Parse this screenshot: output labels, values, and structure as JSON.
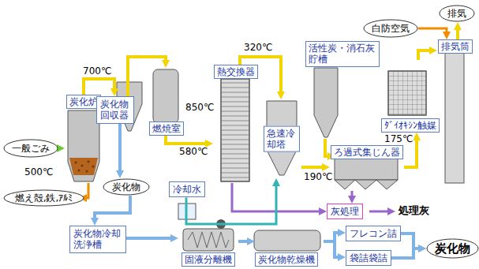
{
  "diagram": {
    "nodes": [
      {
        "text": [
          "一般ごみ"
        ]
      },
      {
        "text": [
          "炭化炉"
        ]
      },
      {
        "text": [
          "炭化物回収器"
        ]
      },
      {
        "text": [
          "燃焼室"
        ]
      },
      {
        "text": [
          "熱交換器"
        ]
      },
      {
        "text": [
          "活性炭・消石灰貯槽"
        ]
      },
      {
        "text": [
          "急速冷却塔"
        ]
      },
      {
        "text": [
          "白防空気"
        ]
      },
      {
        "text": [
          "排気"
        ]
      },
      {
        "text": [
          "排気筒"
        ]
      },
      {
        "text": [
          "ﾀﾞｲｵｷｼﾝ触媒"
        ]
      },
      {
        "text": [
          "ろ過式集じん器"
        ]
      },
      {
        "text": [
          "燃え殻,鉄,ｱﾙﾐ"
        ]
      },
      {
        "text": [
          "炭化物"
        ]
      },
      {
        "text": [
          "冷却水"
        ]
      },
      {
        "text": [
          "灰処理"
        ]
      },
      {
        "text": [
          "炭化物冷却洗浄槽"
        ]
      },
      {
        "text": [
          "固液分離機"
        ]
      },
      {
        "text": [
          "炭化物乾燥機"
        ]
      },
      {
        "text": [
          "フレコン詰"
        ]
      },
      {
        "text": [
          "袋詰袋詰"
        ]
      },
      {
        "text": [
          "炭化物"
        ]
      }
    ],
    "edges": [
      {
        "from": 0,
        "to": 1,
        "arrow": "to"
      },
      {
        "from": 1,
        "to": 12,
        "arrow": "to"
      },
      {
        "from": 1,
        "to": 2,
        "arrow": "to"
      },
      {
        "from": 2,
        "to": 3,
        "arrow": "to"
      },
      {
        "from": 3,
        "to": 4,
        "arrow": "to"
      },
      {
        "from": 4,
        "to": 6,
        "arrow": "to"
      },
      {
        "from": 6,
        "to": 11,
        "arrow": "to"
      },
      {
        "from": 5,
        "to": 11,
        "arrow": "to"
      },
      {
        "from": 11,
        "to": 10,
        "arrow": "to"
      },
      {
        "from": 10,
        "to": 9,
        "arrow": "to"
      },
      {
        "from": 7,
        "to": 9,
        "arrow": "to"
      },
      {
        "from": 9,
        "to": 8,
        "arrow": "to"
      },
      {
        "from": 2,
        "to": 13,
        "arrow": "to"
      },
      {
        "from": 13,
        "to": 16,
        "arrow": "to"
      },
      {
        "from": 16,
        "to": 17,
        "arrow": "to"
      },
      {
        "from": 17,
        "to": 18,
        "arrow": "to"
      },
      {
        "from": 18,
        "to": 19,
        "arrow": "to"
      },
      {
        "from": 18,
        "to": 20,
        "arrow": "to"
      },
      {
        "from": 19,
        "to": 21,
        "arrow": "to"
      },
      {
        "from": 20,
        "to": 21,
        "arrow": "to"
      },
      {
        "from": 4,
        "to": 15,
        "arrow": "to"
      },
      {
        "from": 11,
        "to": 15,
        "arrow": "to"
      },
      {
        "from": 14,
        "to": 6,
        "arrow": "to"
      }
    ],
    "labels": [
      "700℃",
      "850℃",
      "320℃",
      "580℃",
      "190℃",
      "175℃",
      "500℃",
      "処理灰"
    ]
  }
}
